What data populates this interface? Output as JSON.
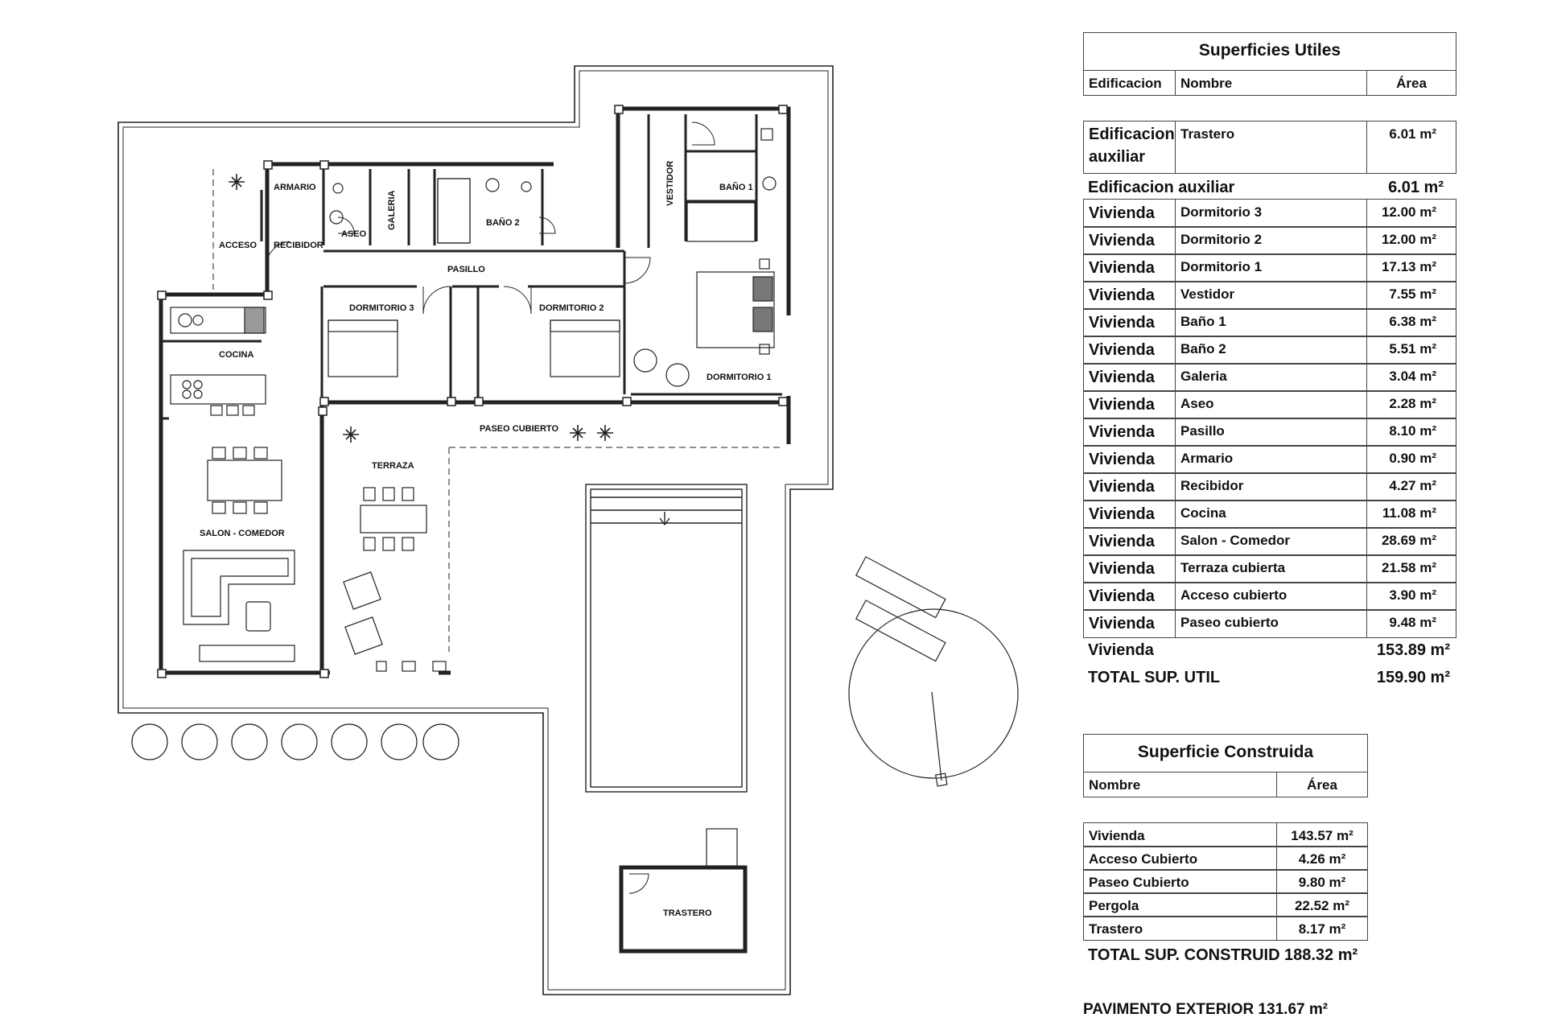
{
  "rooms": {
    "armario": "ARMARIO",
    "acceso": "ACCESO",
    "recibidor": "RECIBIDOR",
    "aseo": "ASEO",
    "galeria": "GALERIA",
    "bano2": "BAÑO 2",
    "vestidor": "VESTIDOR",
    "bano1": "BAÑO 1",
    "pasillo": "PASILLO",
    "dormitorio3": "DORMITORIO 3",
    "dormitorio2": "DORMITORIO 2",
    "dormitorio1": "DORMITORIO 1",
    "cocina": "COCINA",
    "paseo_cubierto": "PASEO CUBIERTO",
    "terraza": "TERRAZA",
    "salon_comedor": "SALON - COMEDOR",
    "trastero": "TRASTERO"
  },
  "utiles": {
    "title": "Superficies Utiles",
    "headers": [
      "Edificacion",
      "Nombre",
      "Área"
    ],
    "aux_row": {
      "edificacion": "Edificacion auxiliar",
      "nombre": "Trastero",
      "area": "6.01 m²"
    },
    "aux_subtotal": {
      "label": "Edificacion auxiliar",
      "area": "6.01 m²"
    },
    "rows": [
      {
        "edificacion": "Vivienda",
        "nombre": "Dormitorio 3",
        "area": "12.00 m²"
      },
      {
        "edificacion": "Vivienda",
        "nombre": "Dormitorio 2",
        "area": "12.00 m²"
      },
      {
        "edificacion": "Vivienda",
        "nombre": "Dormitorio 1",
        "area": "17.13 m²"
      },
      {
        "edificacion": "Vivienda",
        "nombre": "Vestidor",
        "area": "7.55 m²"
      },
      {
        "edificacion": "Vivienda",
        "nombre": "Baño 1",
        "area": "6.38 m²"
      },
      {
        "edificacion": "Vivienda",
        "nombre": "Baño 2",
        "area": "5.51 m²"
      },
      {
        "edificacion": "Vivienda",
        "nombre": "Galeria",
        "area": "3.04 m²"
      },
      {
        "edificacion": "Vivienda",
        "nombre": "Aseo",
        "area": "2.28 m²"
      },
      {
        "edificacion": "Vivienda",
        "nombre": "Pasillo",
        "area": "8.10 m²"
      },
      {
        "edificacion": "Vivienda",
        "nombre": "Armario",
        "area": "0.90 m²"
      },
      {
        "edificacion": "Vivienda",
        "nombre": "Recibidor",
        "area": "4.27 m²"
      },
      {
        "edificacion": "Vivienda",
        "nombre": "Cocina",
        "area": "11.08 m²"
      },
      {
        "edificacion": "Vivienda",
        "nombre": "Salon - Comedor",
        "area": "28.69 m²"
      },
      {
        "edificacion": "Vivienda",
        "nombre": "Terraza cubierta",
        "area": "21.58 m²"
      },
      {
        "edificacion": "Vivienda",
        "nombre": "Acceso cubierto",
        "area": "3.90 m²"
      },
      {
        "edificacion": "Vivienda",
        "nombre": "Paseo cubierto",
        "area": "9.48 m²"
      }
    ],
    "vivienda_subtotal": {
      "label": "Vivienda",
      "area": "153.89 m²"
    },
    "total": {
      "label": "TOTAL SUP. UTIL",
      "area": "159.90 m²"
    }
  },
  "construida": {
    "title": "Superficie Construida",
    "headers": [
      "Nombre",
      "Área"
    ],
    "rows": [
      {
        "nombre": "Vivienda",
        "area": "143.57 m²"
      },
      {
        "nombre": "Acceso Cubierto",
        "area": "4.26 m²"
      },
      {
        "nombre": "Paseo Cubierto",
        "area": "9.80 m²"
      },
      {
        "nombre": "Pergola",
        "area": "22.52 m²"
      },
      {
        "nombre": "Trastero",
        "area": "8.17 m²"
      }
    ],
    "total": {
      "label": "TOTAL SUP. CONSTRUIDA",
      "area": "188.32 m²"
    }
  },
  "pavimento": "PAVIMENTO EXTERIOR 131.67 m²"
}
